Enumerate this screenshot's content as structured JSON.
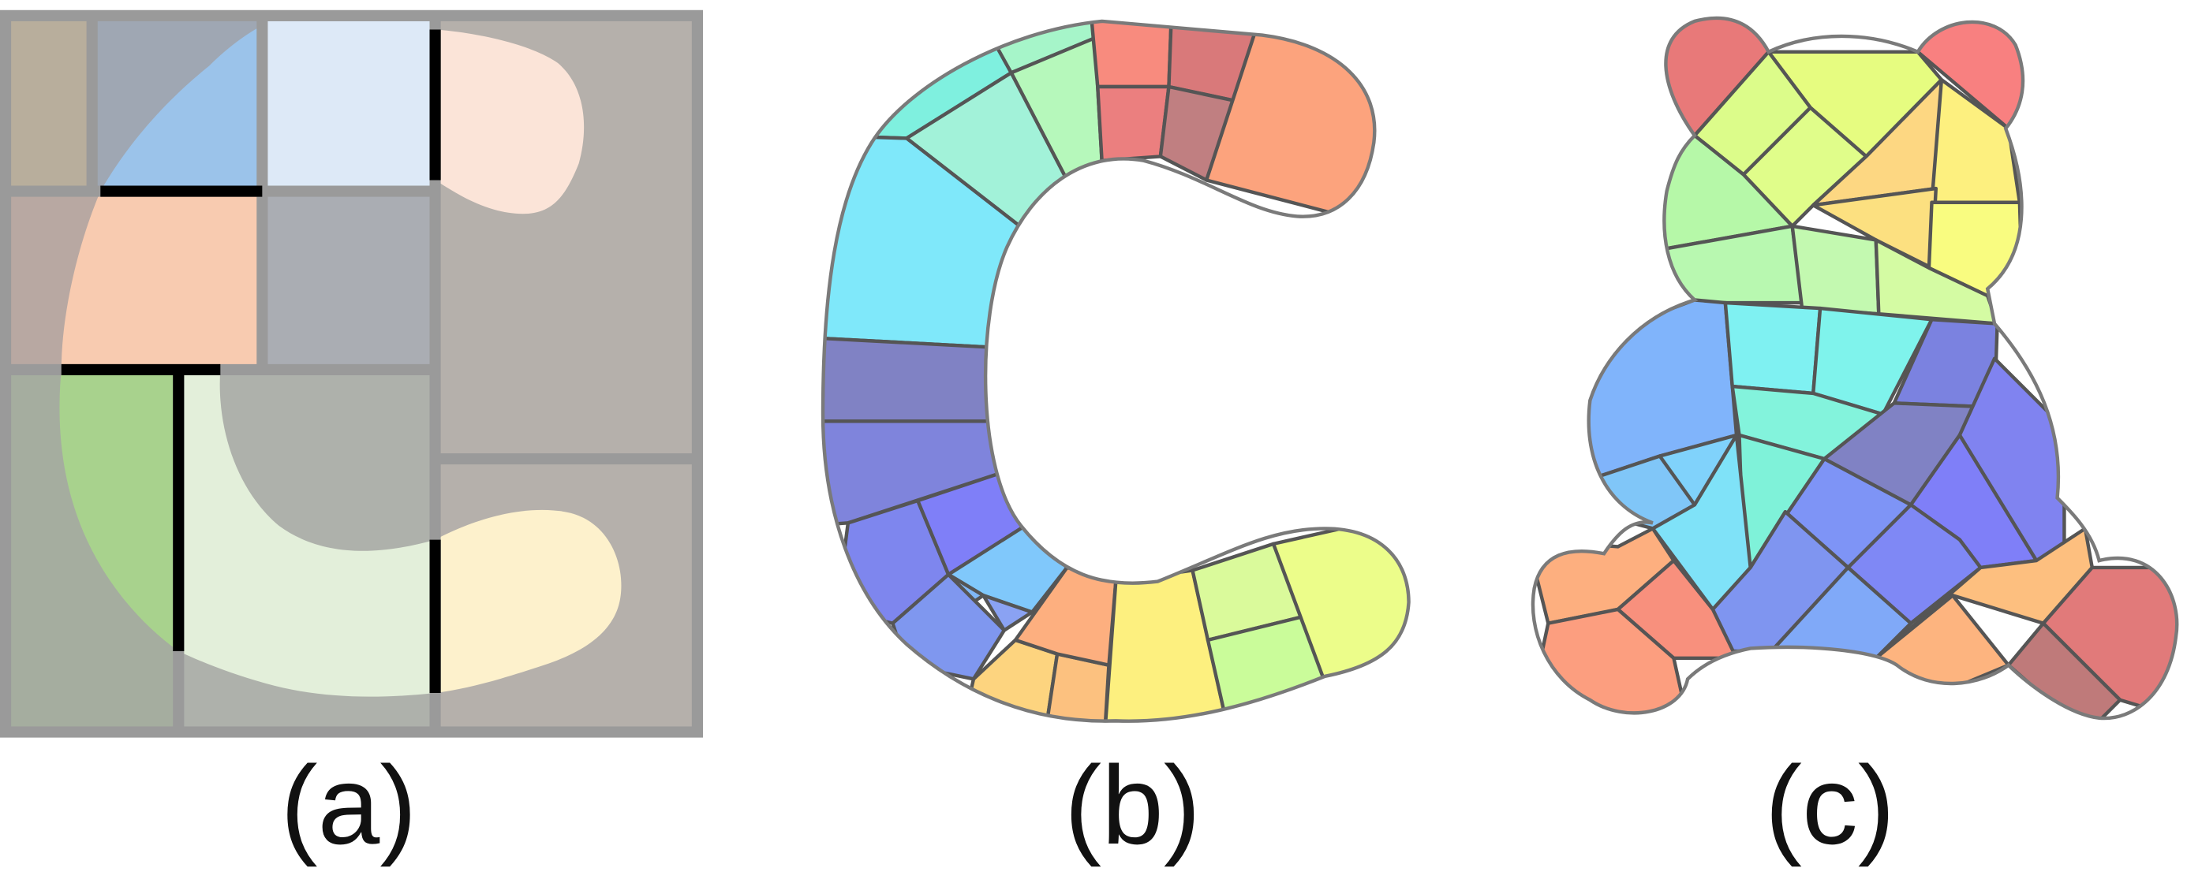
{
  "panels": [
    {
      "id": "a",
      "caption": "(a)"
    },
    {
      "id": "b",
      "caption": "(b)"
    },
    {
      "id": "c",
      "caption": "(c)"
    }
  ],
  "colors": {
    "background": "#ffffff",
    "grid_gray": "#b5b0ab",
    "grid_line": "#9a9a9a",
    "outline": "#555555",
    "bold_line": "#000000"
  }
}
